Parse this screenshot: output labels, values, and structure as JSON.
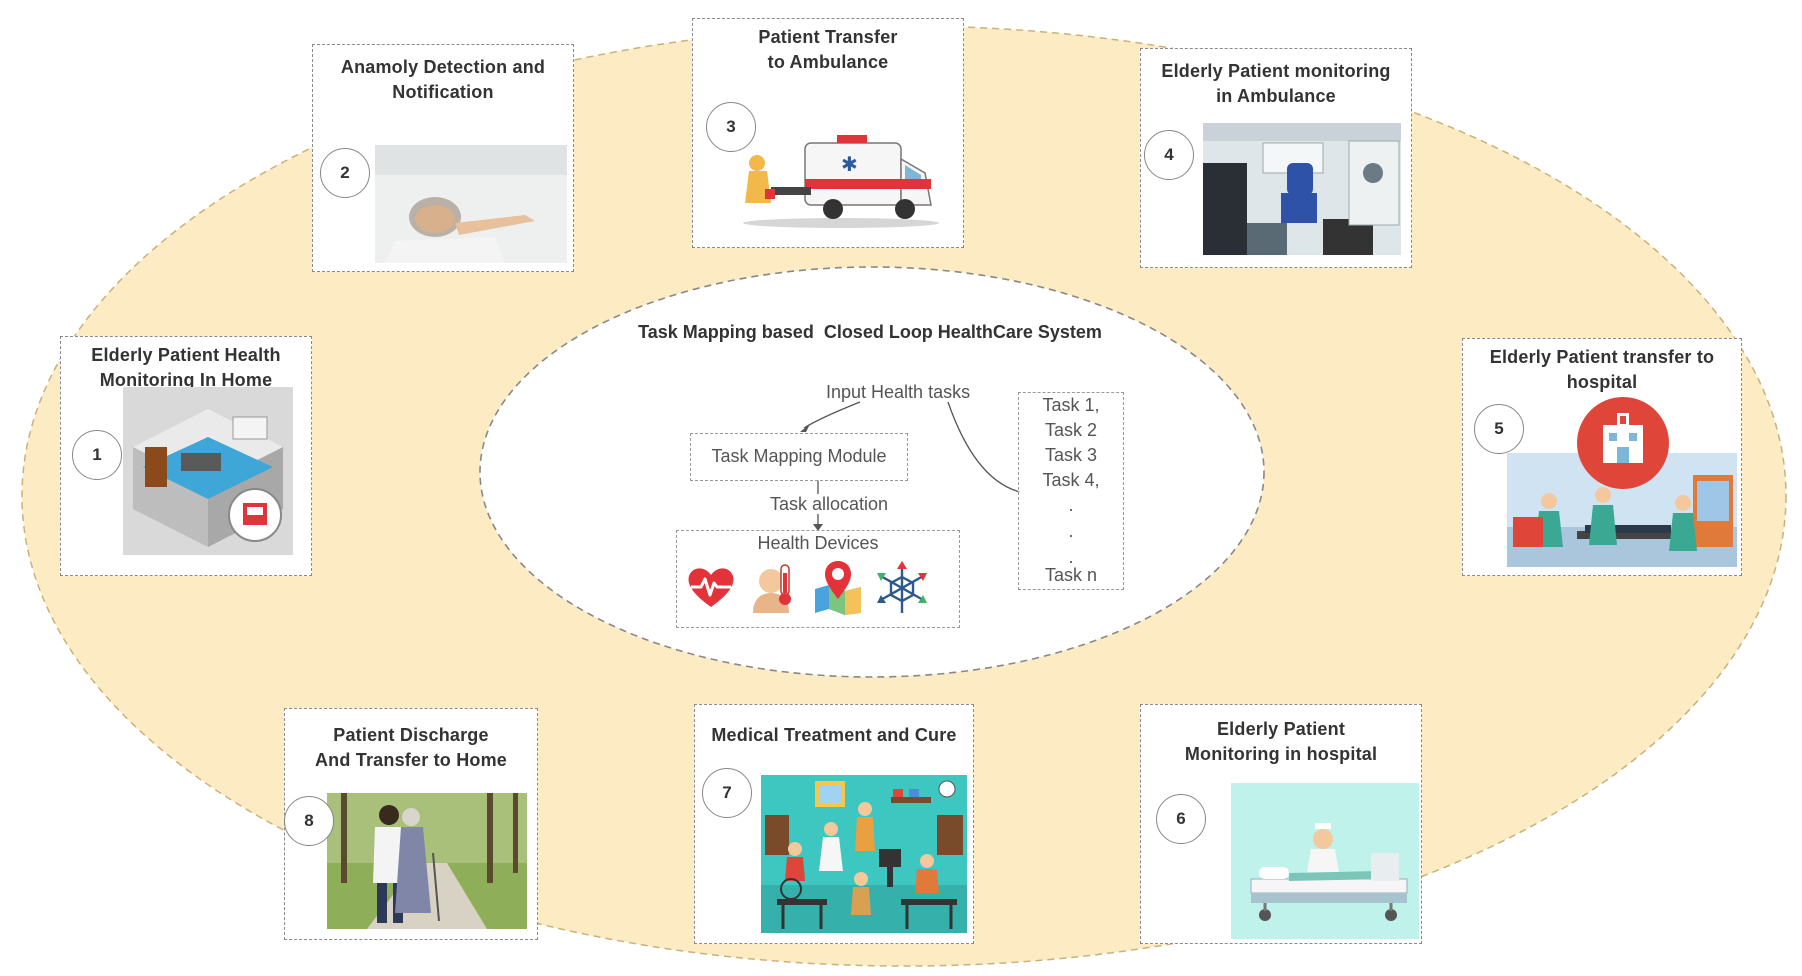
{
  "center": {
    "title": "Task Mapping based  Closed Loop HealthCare System",
    "input_label": "Input Health tasks",
    "module_label": "Task Mapping Module",
    "allocation_label": "Task allocation",
    "devices_label": "Health Devices",
    "tasks": [
      "Task 1,",
      "Task 2",
      "Task 3",
      "Task 4,",
      ".",
      ".",
      ".",
      "Task n"
    ],
    "device_icons": [
      "heart-rate-icon",
      "thermometer-icon",
      "location-map-icon",
      "network-sensor-icon"
    ]
  },
  "stages": [
    {
      "num": "1",
      "title": "Elderly Patient Health\nMonitoring In  Home",
      "icon": "smart-home-room-icon"
    },
    {
      "num": "2",
      "title": "Anamoly Detection and\nNotification",
      "icon": "fallen-patient-icon"
    },
    {
      "num": "3",
      "title": "Patient Transfer\nto Ambulance",
      "icon": "ambulance-icon"
    },
    {
      "num": "4",
      "title": "Elderly Patient monitoring\nin Ambulance",
      "icon": "ambulance-interior-icon"
    },
    {
      "num": "5",
      "title": "Elderly Patient transfer to\nhospital",
      "icon": "hospital-transfer-icon"
    },
    {
      "num": "6",
      "title": "Elderly Patient\nMonitoring in hospital",
      "icon": "hospital-bed-icon"
    },
    {
      "num": "7",
      "title": "Medical Treatment and Cure",
      "icon": "care-room-icon"
    },
    {
      "num": "8",
      "title": "Patient Discharge\nAnd Transfer to Home",
      "icon": "walking-couple-icon"
    }
  ],
  "colors": {
    "outer_fill": "#fdebc4",
    "inner_fill": "#ffffff",
    "dash": "#8a8a8a",
    "heart": "#e2323a",
    "hospital_red": "#e0453a"
  }
}
